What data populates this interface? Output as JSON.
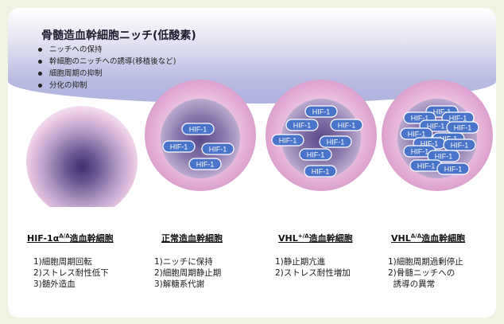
{
  "niche": {
    "title": "骨髄造血幹細胞ニッチ(低酸素)",
    "bullets": [
      "ニッチへの保持",
      "幹細胞のニッチへの誘導(移植後など)",
      "細胞周期の抑制",
      "分化の抑制"
    ]
  },
  "hif_label": "HIF-1",
  "colors": {
    "background": "#eef3e2",
    "niche_blue": "#aeb2de",
    "cell_pink": "#e6b0d8",
    "nucleus_purple": "#6b5a93",
    "hif_fill": "#4a74c9",
    "hif_border": "#ffffff"
  },
  "cells": [
    {
      "label_main": "HIF-1α",
      "label_sup": "Δ/Δ",
      "label_tail": "造血幹細胞",
      "hif_count": 0,
      "notes": [
        "1)細胞周期回転",
        "2)ストレス耐性低下",
        "3)髄外造血"
      ]
    },
    {
      "label_main": "正常造血幹細胞",
      "label_sup": "",
      "label_tail": "",
      "hif_count": 4,
      "notes": [
        "1)ニッチに保持",
        "2)細胞周期静止期",
        "3)解糖系代謝"
      ]
    },
    {
      "label_main": "VHL",
      "label_sup": "+/Δ",
      "label_tail": "造血幹細胞",
      "hif_count": 7,
      "notes": [
        "1)静止期亢進",
        "2)ストレス耐性増加"
      ]
    },
    {
      "label_main": "VHL",
      "label_sup": "Δ/Δ",
      "label_tail": "造血幹細胞",
      "hif_count": 13,
      "notes": [
        "1)細胞周期過剰停止",
        "2)骨髄ニッチへの",
        "  誘導の異常"
      ]
    }
  ]
}
